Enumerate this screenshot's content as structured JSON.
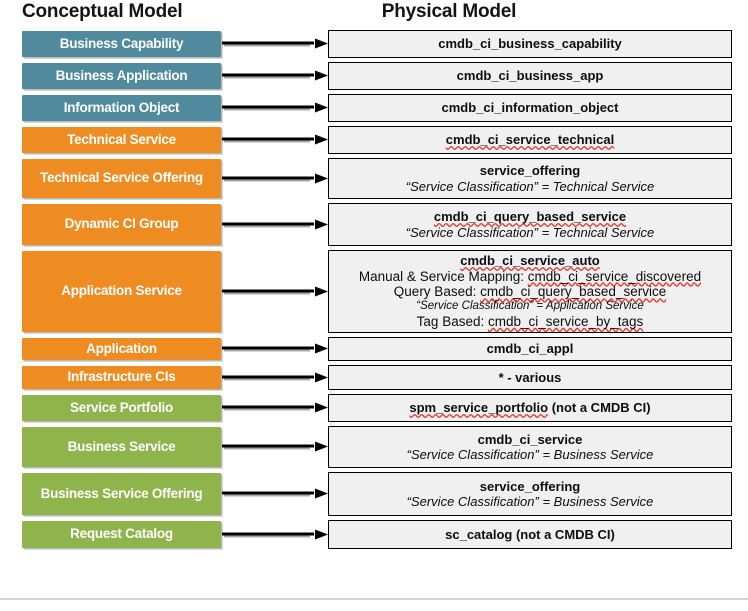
{
  "headers": {
    "left": "Conceptual Model",
    "right": "Physical Model"
  },
  "colors": {
    "teal": "#4f8b9c",
    "orange": "#ee8c22",
    "green": "#8eb44b",
    "box_fill": "#f0f0f0",
    "box_border": "#000000",
    "arrow": "#000000",
    "spellcheck_underline": "#e8352b",
    "text": "#0d0d0d"
  },
  "rows": [
    {
      "conceptual": "Business Capability",
      "color": "teal",
      "height": 32,
      "physical_lines": [
        {
          "text": "cmdb_ci_business_capability",
          "style": "bold"
        }
      ]
    },
    {
      "conceptual": "Business Application",
      "color": "teal",
      "height": 32,
      "physical_lines": [
        {
          "text": "cmdb_ci_business_app",
          "style": "bold"
        }
      ]
    },
    {
      "conceptual": "Information Object",
      "color": "teal",
      "height": 32,
      "physical_lines": [
        {
          "text": "cmdb_ci_information_object",
          "style": "bold"
        }
      ]
    },
    {
      "conceptual": "Technical Service",
      "color": "orange",
      "height": 32,
      "physical_lines": [
        {
          "text": "cmdb_ci_service_technical",
          "style": "bold",
          "spellcheck": true
        }
      ]
    },
    {
      "conceptual": "Technical Service Offering",
      "color": "orange",
      "height": 45,
      "physical_lines": [
        {
          "text": "service_offering",
          "style": "bold"
        },
        {
          "text": "“Service Classification” = Technical Service",
          "style": "italic"
        }
      ]
    },
    {
      "conceptual": "Dynamic CI Group",
      "color": "orange",
      "height": 47,
      "physical_lines": [
        {
          "text": "cmdb_ci_query_based_service",
          "style": "bold",
          "spellcheck": true
        },
        {
          "text": "“Service Classification” = Technical Service",
          "style": "italic"
        }
      ]
    },
    {
      "conceptual": "Application Service",
      "color": "orange",
      "height": 87,
      "physical_lines": [
        {
          "text": "cmdb_ci_service_auto",
          "style": "bold",
          "spellcheck": true
        },
        {
          "text": "Manual & Service Mapping: cmdb_ci_service_discovered",
          "style": "normal",
          "spellcheck_tail": "cmdb_ci_service_discovered"
        },
        {
          "text": "Query Based: cmdb_ci_query_based_service",
          "style": "normal",
          "spellcheck_tail": "cmdb_ci_query_based_service"
        },
        {
          "text": "“Service Classification” = Application Service",
          "style": "italic small"
        },
        {
          "text": "Tag Based: cmdb_ci_service_by_tags",
          "style": "normal",
          "spellcheck_tail": "cmdb_ci_service_by_tags"
        }
      ]
    },
    {
      "conceptual": "Application",
      "color": "orange",
      "height": 28,
      "physical_lines": [
        {
          "text": "cmdb_ci_appl",
          "style": "bold"
        }
      ]
    },
    {
      "conceptual": "Infrastructure CIs",
      "color": "orange",
      "height": 29,
      "physical_lines": [
        {
          "text": "* - various",
          "style": "bold"
        }
      ]
    },
    {
      "conceptual": "Service Portfolio",
      "color": "green",
      "height": 32,
      "physical_lines": [
        {
          "text": "spm_service_portfolio (not a CMDB CI)",
          "style": "bold",
          "spellcheck_head": "spm_service_portfolio"
        }
      ]
    },
    {
      "conceptual": "Business Service",
      "color": "green",
      "height": 46,
      "physical_lines": [
        {
          "text": "cmdb_ci_service",
          "style": "bold"
        },
        {
          "text": "“Service Classification” = Business Service",
          "style": "italic"
        }
      ]
    },
    {
      "conceptual": "Business Service Offering",
      "color": "green",
      "height": 48,
      "physical_lines": [
        {
          "text": "service_offering",
          "style": "bold"
        },
        {
          "text": "“Service Classification” = Business Service",
          "style": "italic"
        }
      ]
    },
    {
      "conceptual": "Request Catalog",
      "color": "green",
      "height": 33,
      "physical_lines": [
        {
          "text": "sc_catalog (not a CMDB CI)",
          "style": "bold"
        }
      ]
    }
  ]
}
